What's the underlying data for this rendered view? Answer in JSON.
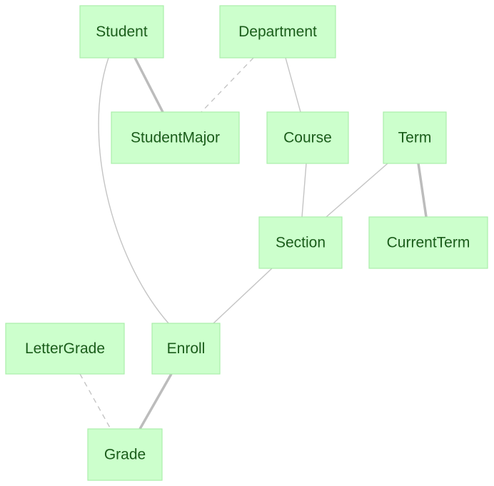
{
  "nodes": {
    "student": "Student",
    "department": "Department",
    "student_major": "StudentMajor",
    "course": "Course",
    "term": "Term",
    "section": "Section",
    "current_term": "CurrentTerm",
    "letter_grade": "LetterGrade",
    "enroll": "Enroll",
    "grade": "Grade"
  },
  "colors": {
    "node_fill": "#ccffcc",
    "node_border": "#aaeeaa",
    "node_text": "#1a5c1a",
    "edge": "#c4c4c4"
  },
  "edges": [
    {
      "from": "student",
      "to": "student_major",
      "style": "thick"
    },
    {
      "from": "department",
      "to": "student_major",
      "style": "dashed"
    },
    {
      "from": "department",
      "to": "course",
      "style": "solid"
    },
    {
      "from": "student",
      "to": "enroll",
      "style": "solid"
    },
    {
      "from": "course",
      "to": "section",
      "style": "solid"
    },
    {
      "from": "term",
      "to": "section",
      "style": "solid"
    },
    {
      "from": "term",
      "to": "current_term",
      "style": "thick"
    },
    {
      "from": "section",
      "to": "enroll",
      "style": "solid"
    },
    {
      "from": "enroll",
      "to": "grade",
      "style": "thick"
    },
    {
      "from": "letter_grade",
      "to": "grade",
      "style": "dashed"
    }
  ]
}
